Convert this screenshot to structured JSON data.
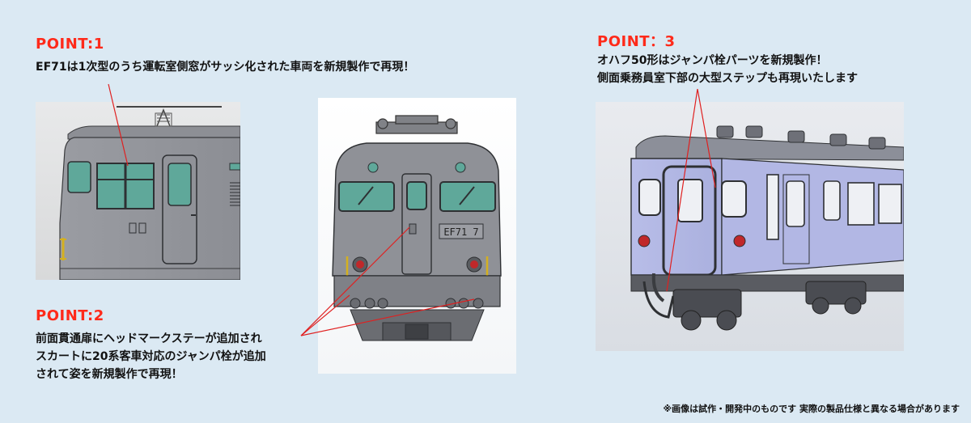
{
  "point1": {
    "title": "POINT:1",
    "line1": "EF71は1次型のうち運転室側窓がサッシ化された車両を新規製作で再現！"
  },
  "point2": {
    "title": "POINT:2",
    "line1": "前面貫通扉にヘッドマークステーが追加され",
    "line2": "スカートに20系客車対応のジャンパ栓が追加",
    "line3": "されて姿を新規製作で再現！"
  },
  "point3": {
    "title": "POINT：3",
    "line1": "オハフ50形はジャンパ栓パーツを新規製作！",
    "line2": "側面乗務員室下部の大型ステップも再現いたします"
  },
  "front_number_plate": "EF71 7",
  "footnote": "※画像は試作・開発中のものです 実際の製品仕様と異なる場合があります",
  "colors": {
    "background": "#dbe9f3",
    "title_red": "#ff2a1a",
    "callout_red": "#e02020"
  }
}
